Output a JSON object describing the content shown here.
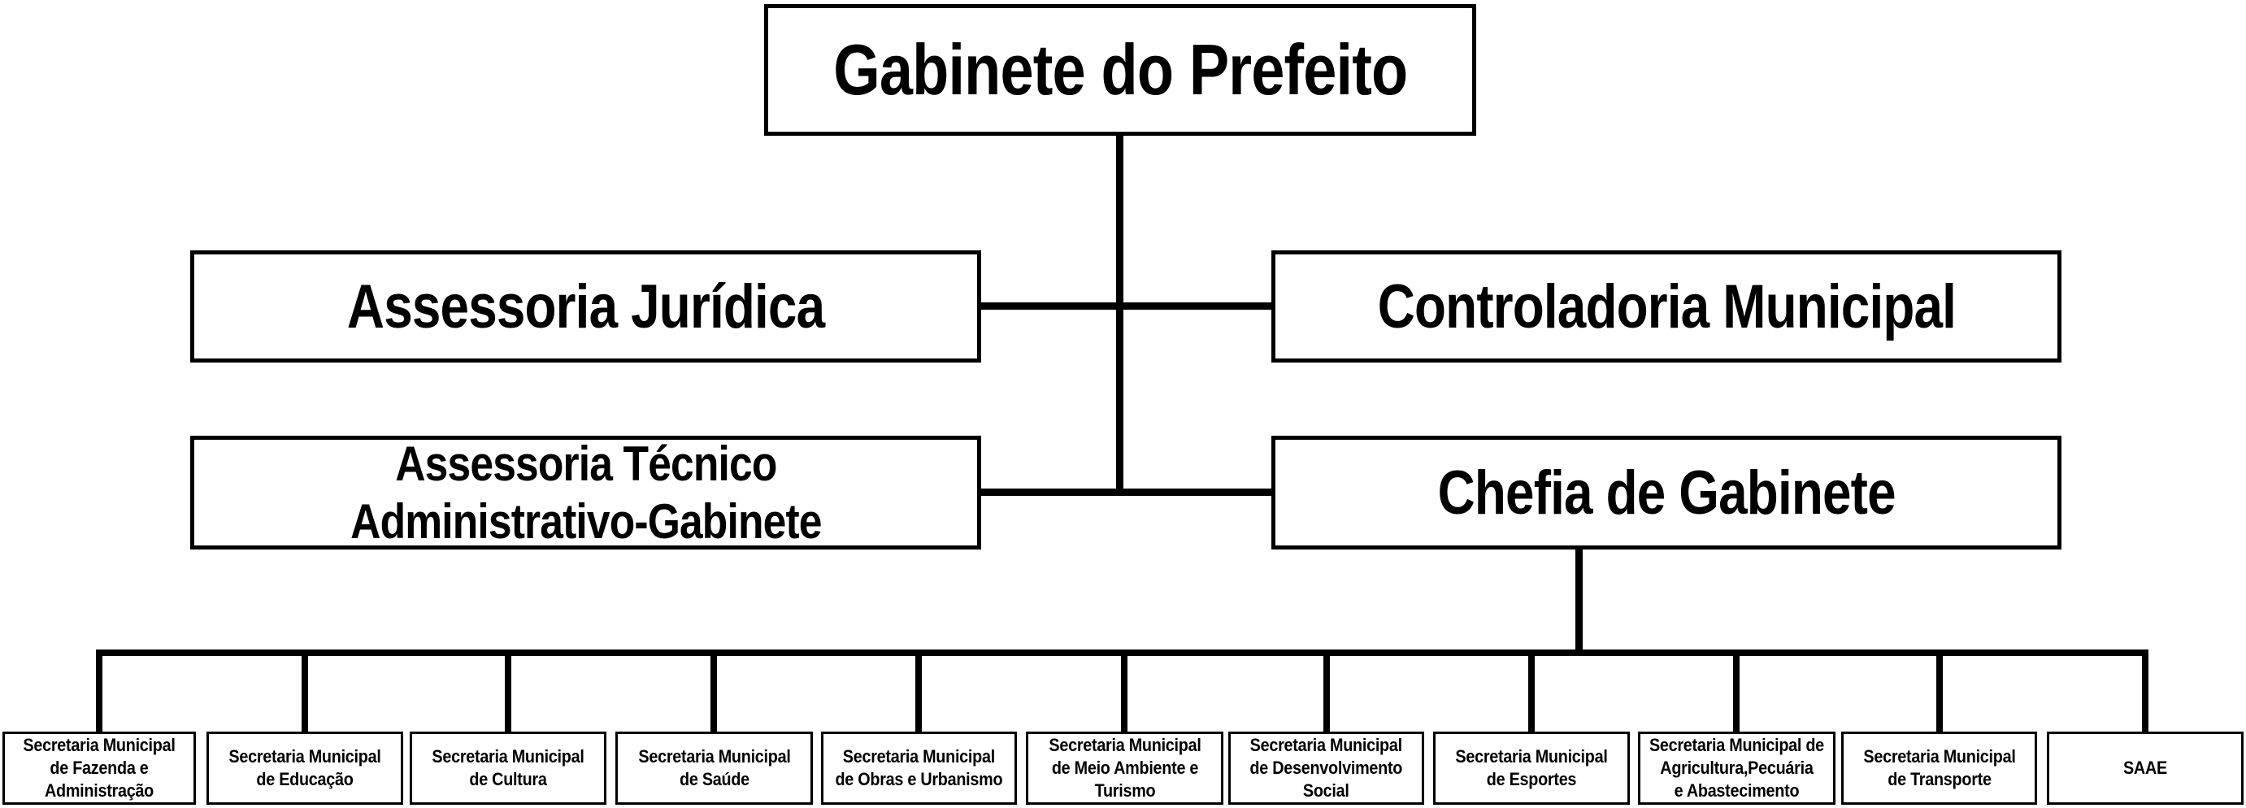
{
  "org_chart": {
    "title_node": {
      "label": "Gabinete do Prefeito"
    },
    "advisors": [
      {
        "label": "Assessoria Jurídica"
      },
      {
        "label": "Controladoria Municipal"
      },
      {
        "label": "Assessoria Técnico\nAdministrativo-Gabinete"
      },
      {
        "label": "Chefia de Gabinete"
      }
    ],
    "secretariats": [
      {
        "label": "Secretaria Municipal\nde Fazenda e\nAdministração"
      },
      {
        "label": "Secretaria Municipal\nde Educação"
      },
      {
        "label": "Secretaria Municipal\nde Cultura"
      },
      {
        "label": "Secretaria Municipal\nde Saúde"
      },
      {
        "label": "Secretaria Municipal\nde Obras e Urbanismo"
      },
      {
        "label": "Secretaria Municipal\nde Meio Ambiente e\nTurismo"
      },
      {
        "label": "Secretaria Municipal\nde Desenvolvimento\nSocial"
      },
      {
        "label": "Secretaria Municipal\nde Esportes"
      },
      {
        "label": "Secretaria Municipal de\nAgricultura,Pecuária\ne Abastecimento"
      },
      {
        "label": "Secretaria Municipal\nde Transporte"
      },
      {
        "label": "SAAE"
      }
    ],
    "colors": {
      "line": "#000000",
      "box_background": "#ffffff",
      "text": "#000000"
    }
  }
}
